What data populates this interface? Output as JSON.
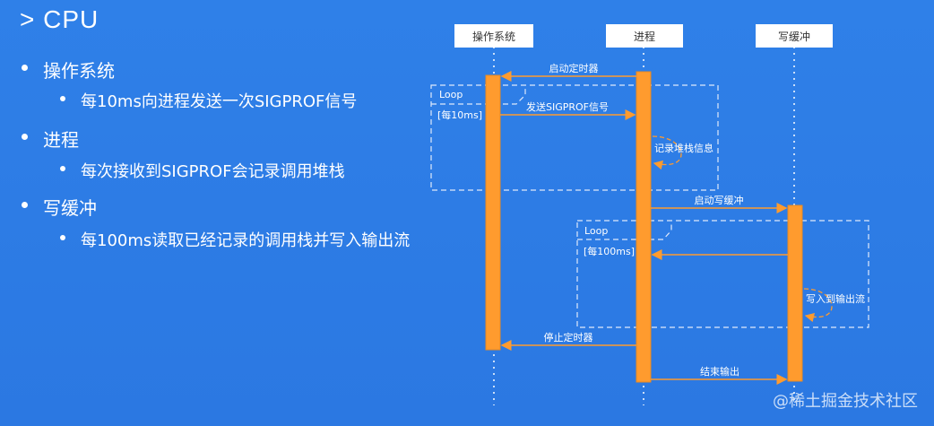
{
  "title": "> CPU",
  "bullets": [
    {
      "label": "操作系统",
      "sub": "每10ms向进程发送一次SIGPROF信号"
    },
    {
      "label": "进程",
      "sub": "每次接收到SIGPROF会记录调用堆栈"
    },
    {
      "label": "写缓冲",
      "sub": "每100ms读取已经记录的调用栈并写入输出流"
    }
  ],
  "diagram": {
    "participants": [
      "操作系统",
      "进程",
      "写缓冲"
    ],
    "messages": {
      "start_timer": "启动定时器",
      "send_signal": "发送SIGPROF信号",
      "record_stack": "记录堆栈信息",
      "start_buffer": "启动写缓冲",
      "write_output": "写入到输出流",
      "stop_timer": "停止定时器",
      "end_output": "结束输出"
    },
    "loop1": {
      "label": "Loop",
      "guard": "[每10ms]"
    },
    "loop2": {
      "label": "Loop",
      "guard": "[每100ms]"
    }
  },
  "watermark": "@稀土掘金技术社区",
  "colors": {
    "background": "#2e7de6",
    "activation": "#ff9b2e",
    "arrow": "#ff9b2e"
  }
}
